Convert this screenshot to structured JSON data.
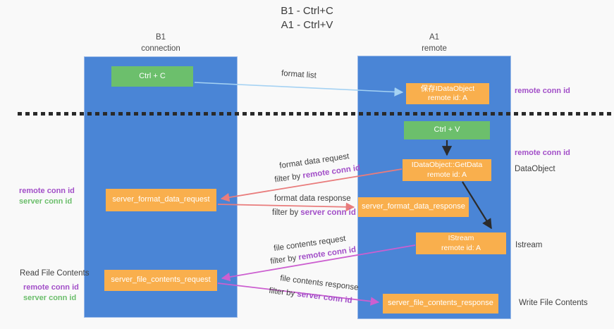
{
  "title": {
    "line1": "B1 - Ctrl+C",
    "line2": "A1 - Ctrl+V"
  },
  "lanes": {
    "left": {
      "name": "B1",
      "role": "connection"
    },
    "right": {
      "name": "A1",
      "role": "remote"
    }
  },
  "nodes": {
    "ctrl_c": "Ctrl + C",
    "ctrl_v": "Ctrl + V",
    "save_idataobject": {
      "line1": "保存IDataObject",
      "line2": "remote id: A"
    },
    "getdata": {
      "line1": "IDataObject::GetData",
      "line2": "remote id: A"
    },
    "istream": {
      "line1": "IStream",
      "line2": "remote id: A"
    },
    "server_format_data_request": "server_format_data_request",
    "server_format_data_response": "server_format_data_response",
    "server_file_contents_request": "server_file_contents_request",
    "server_file_contents_response": "server_file_contents_response"
  },
  "edge_labels": {
    "format_list": "format list",
    "format_data_request": "format data request",
    "format_data_response": "format data response",
    "file_contents_request": "file contents request",
    "file_contents_response": "file contents response",
    "filter_by": "filter by ",
    "remote_conn_id": "remote conn id",
    "server_conn_id": "server conn id"
  },
  "side_labels": {
    "remote_conn_id": "remote conn id",
    "server_conn_id": "server conn id",
    "data_object": "DataObject",
    "istream": "Istream",
    "read_file_contents": "Read File Contents",
    "write_file_contents": "Write File Contents"
  },
  "colors": {
    "lane_blue": "#4a85d6",
    "node_green": "#6cbf6c",
    "node_orange": "#f9af4d",
    "arrow_black": "#2b2b2b",
    "arrow_salmon": "#e97c7c",
    "arrow_magenta": "#cc5fd0",
    "arrow_lightblue": "#a5d2f3",
    "text_purple": "#a24fc8",
    "text_green": "#6bbe6b"
  }
}
